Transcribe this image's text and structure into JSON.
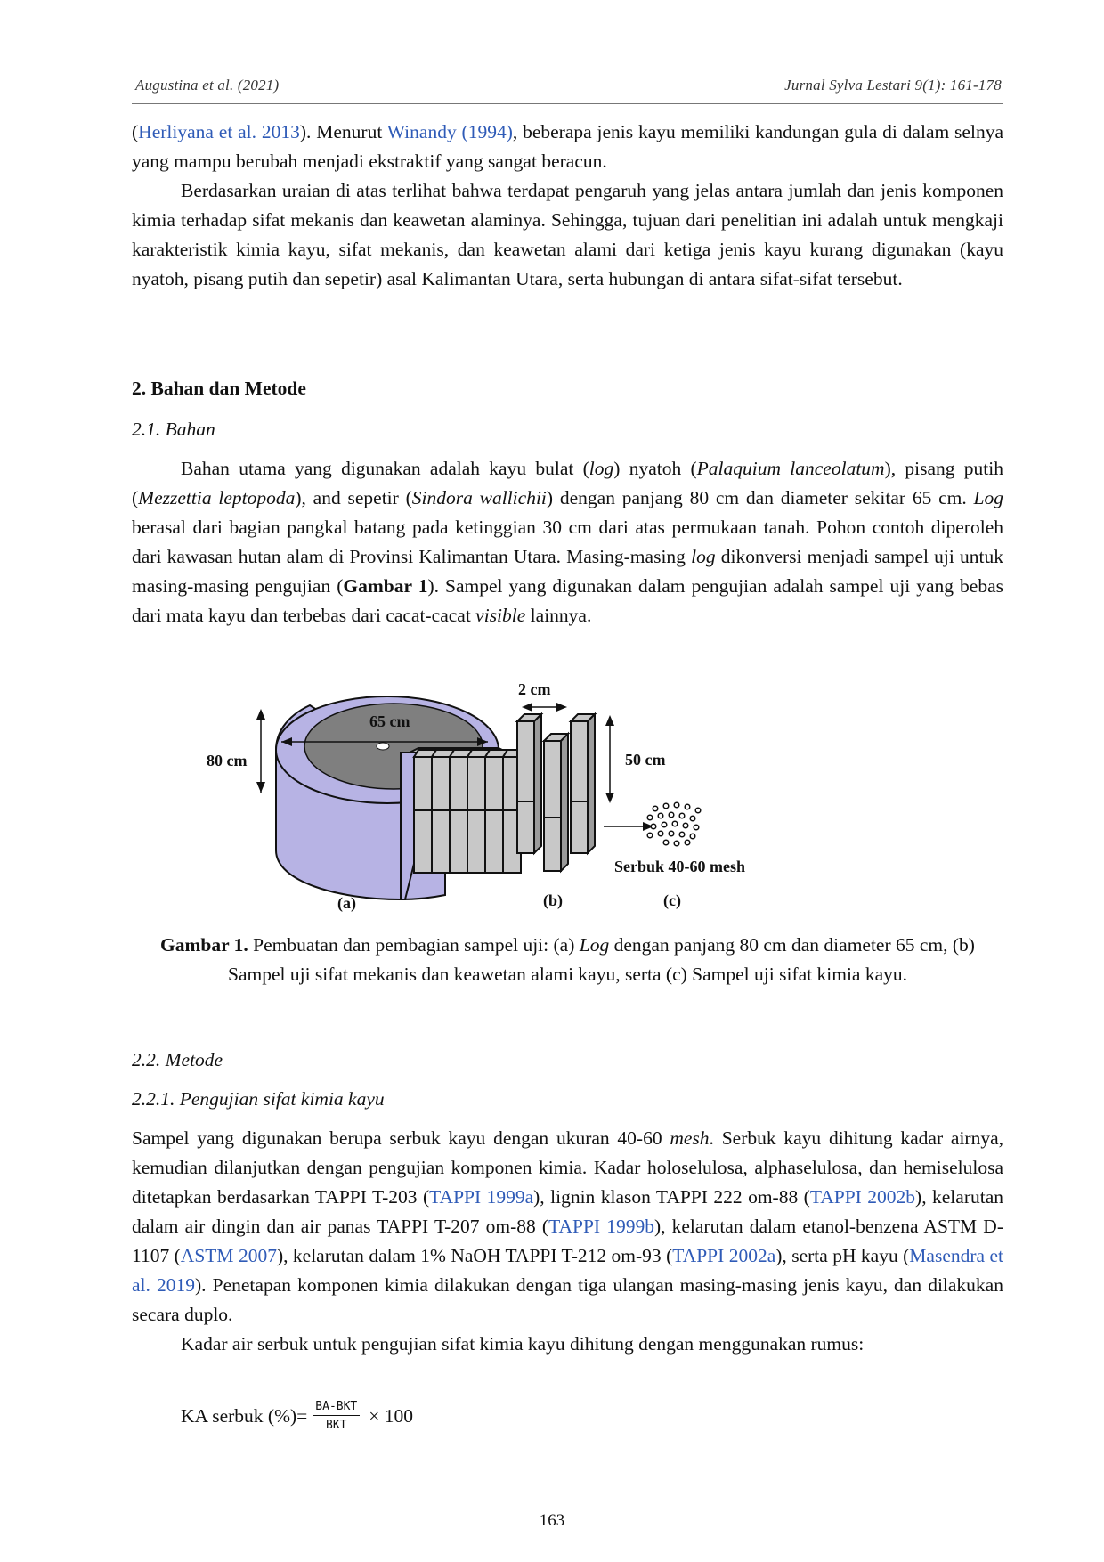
{
  "header": {
    "left": "Augustina et al. (2021)",
    "right": "Jurnal Sylva Lestari 9(1): 161-178"
  },
  "intro": {
    "p1_cite1": "Herliyana et al. 2013",
    "p1_text1": "). Menurut ",
    "p1_cite2": "Winandy (1994)",
    "p1_text2": ", beberapa jenis kayu memiliki kandungan gula di dalam selnya yang mampu berubah menjadi ekstraktif yang sangat beracun.",
    "p2": "Berdasarkan uraian di atas terlihat bahwa terdapat pengaruh yang jelas antara jumlah dan jenis komponen kimia terhadap sifat mekanis dan keawetan alaminya. Sehingga, tujuan dari penelitian ini adalah untuk mengkaji karakteristik kimia kayu, sifat mekanis, dan keawetan alami dari ketiga jenis kayu kurang digunakan (kayu nyatoh, pisang putih dan sepetir) asal Kalimantan Utara, serta hubungan di antara sifat-sifat tersebut."
  },
  "section2": {
    "title": "2.  Bahan dan Metode",
    "sub1": "2.1. Bahan",
    "bahan": {
      "t1": "Bahan utama yang digunakan adalah kayu bulat (",
      "log1": "log",
      "t2": ") nyatoh (",
      "sp1": "Palaquium lanceolatum",
      "t3": "), pisang putih (",
      "sp2": "Mezzettia leptopoda",
      "t4": "), and sepetir (",
      "sp3": "Sindora wallichii",
      "t5": ") dengan panjang 80 cm dan diameter sekitar 65 cm. ",
      "log2": "Log",
      "t6": " berasal dari bagian pangkal batang pada ketinggian 30 cm dari atas permukaan tanah. Pohon contoh diperoleh dari kawasan hutan alam di Provinsi Kalimantan Utara. Masing-masing ",
      "log3": "log",
      "t7": " dikonversi menjadi sampel uji untuk masing-masing pengujian (",
      "figref": "Gambar 1",
      "t8": "). Sampel yang digunakan dalam pengujian adalah sampel uji yang bebas dari mata kayu dan terbebas dari cacat-cacat ",
      "visible": "visible",
      "t9": " lainnya."
    },
    "sub2": "2.2. Metode",
    "sub21": "2.2.1.   Pengujian sifat kimia kayu",
    "metode": {
      "t1": "Sampel yang digunakan berupa serbuk kayu dengan ukuran 40-60 ",
      "mesh": "mesh",
      "t2": ". Serbuk kayu dihitung kadar airnya, kemudian dilanjutkan dengan pengujian komponen kimia. Kadar holoselulosa, alphaselulosa, dan hemiselulosa ditetapkan berdasarkan TAPPI T-203 (",
      "c1": "TAPPI 1999a",
      "t3": "), lignin klason TAPPI 222 om-88 (",
      "c2": "TAPPI 2002b",
      "t4": "), kelarutan dalam air dingin dan air panas TAPPI T-207 om-88  (",
      "c3": "TAPPI 1999b",
      "t5": "), kelarutan dalam etanol-benzena ASTM D-1107 (",
      "c4": "ASTM 2007",
      "t6": "), kelarutan dalam 1% NaOH TAPPI T-212 om-93 (",
      "c5": "TAPPI 2002a",
      "t7": "), serta pH kayu (",
      "c6": "Masendra et al. 2019",
      "t8": "). Penetapan komponen kimia dilakukan dengan tiga ulangan masing-masing jenis kayu, dan dilakukan secara duplo."
    },
    "kadar_air": "Kadar air serbuk untuk pengujian sifat kimia kayu dihitung dengan menggunakan rumus:",
    "formula": {
      "lhs": "KA serbuk (%)=",
      "num": "BA-BKT",
      "den": "BKT",
      "rhs": "× 100"
    }
  },
  "figure": {
    "label_65": "65 cm",
    "label_80": "80 cm",
    "label_2": "2 cm",
    "label_50": "50 cm",
    "label_serbuk": "Serbuk 40-60 mesh",
    "label_a": "(a)",
    "label_b": "(b)",
    "label_c": "(c)",
    "caption_bold": "Gambar 1.",
    "caption_t1": " Pembuatan dan pembagian sampel uji: (a) ",
    "caption_log": "Log",
    "caption_t2": " dengan panjang 80 cm dan diameter 65 cm, (b) Sampel uji sifat mekanis dan keawetan alami kayu, serta (c) Sampel uji sifat kimia kayu.",
    "colors": {
      "outer": "#b7b3e4",
      "cross_section": "#7f7f7f",
      "blocks": "#c8c8c8"
    }
  },
  "page_number": "163"
}
